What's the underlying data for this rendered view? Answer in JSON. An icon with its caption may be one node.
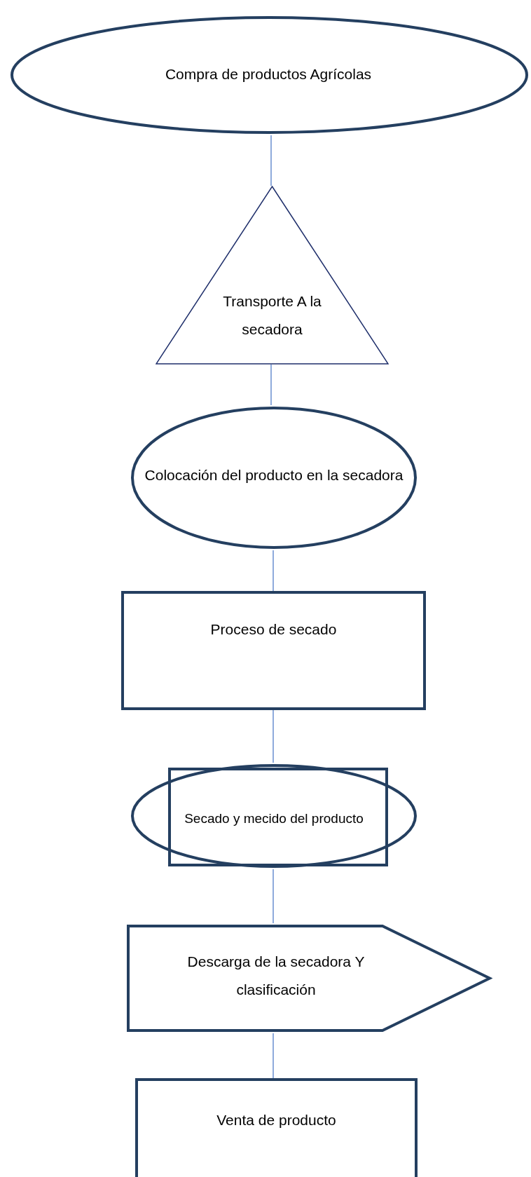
{
  "diagram": {
    "nodes": [
      {
        "text": [
          "Compra de productos Agrícolas"
        ]
      },
      {
        "text": [
          "Transporte A la secadora"
        ]
      },
      {
        "text": [
          "Colocación del producto en la secadora"
        ]
      },
      {
        "text": [
          "Proceso de secado"
        ]
      },
      {
        "text": [
          "Secado y mecido del producto"
        ]
      },
      {
        "text": [
          "Descarga de la secadora Y clasificación"
        ]
      },
      {
        "text": [
          "Venta de producto"
        ]
      }
    ],
    "edges": [
      {
        "from": 0,
        "to": 1,
        "arrow": "none"
      },
      {
        "from": 1,
        "to": 2,
        "arrow": "none"
      },
      {
        "from": 2,
        "to": 3,
        "arrow": "none"
      },
      {
        "from": 3,
        "to": 4,
        "arrow": "none"
      },
      {
        "from": 4,
        "to": 5,
        "arrow": "none"
      },
      {
        "from": 5,
        "to": 6,
        "arrow": "none"
      }
    ]
  }
}
